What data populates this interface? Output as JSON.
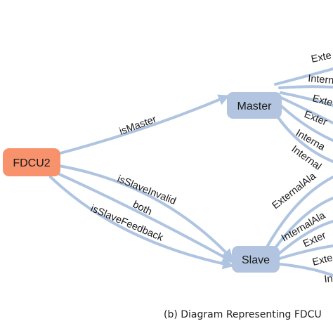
{
  "nodes": {
    "fdcu2": {
      "label": "FDCU2",
      "color": "#f7926c"
    },
    "master": {
      "label": "Master",
      "color": "#b2c4df"
    },
    "slave": {
      "label": "Slave",
      "color": "#b2c4df"
    }
  },
  "edge_color": "#aec4e0",
  "edges_left": {
    "is_master": "isMaster",
    "is_slave_invalid": "isSlaveInvalid",
    "both": "both",
    "is_slave_feedback": "isSlaveFeedback"
  },
  "edges_master_right": [
    "Exte",
    "Intern",
    "Exte",
    "Exter",
    "Interna",
    "Internal"
  ],
  "edges_slave_right": [
    "ExternalAla",
    "InternalAla",
    "Exter",
    "Exte",
    "In"
  ],
  "caption": "(b) Diagram Representing FDCU"
}
